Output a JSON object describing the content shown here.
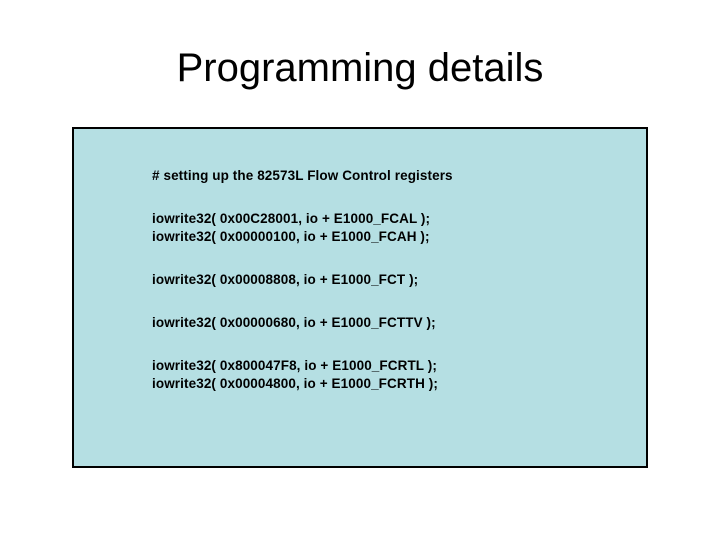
{
  "slide": {
    "title": "Programming details",
    "background_color": "#ffffff",
    "title_color": "#000000"
  },
  "code_box": {
    "fill_color": "#b5dfe3",
    "border_color": "#000000",
    "text_color": "#000000",
    "blocks": [
      {
        "lines": [
          "# setting up the 82573L Flow Control registers"
        ]
      },
      {
        "lines": [
          "iowrite32( 0x00C28001, io + E1000_FCAL );",
          "iowrite32( 0x00000100, io + E1000_FCAH );"
        ]
      },
      {
        "lines": [
          "iowrite32( 0x00008808, io + E1000_FCT );"
        ]
      },
      {
        "lines": [
          "iowrite32( 0x00000680, io + E1000_FCTTV );"
        ]
      },
      {
        "lines": [
          "iowrite32( 0x800047F8, io + E1000_FCRTL );",
          "iowrite32( 0x00004800, io + E1000_FCRTH );"
        ]
      }
    ]
  }
}
